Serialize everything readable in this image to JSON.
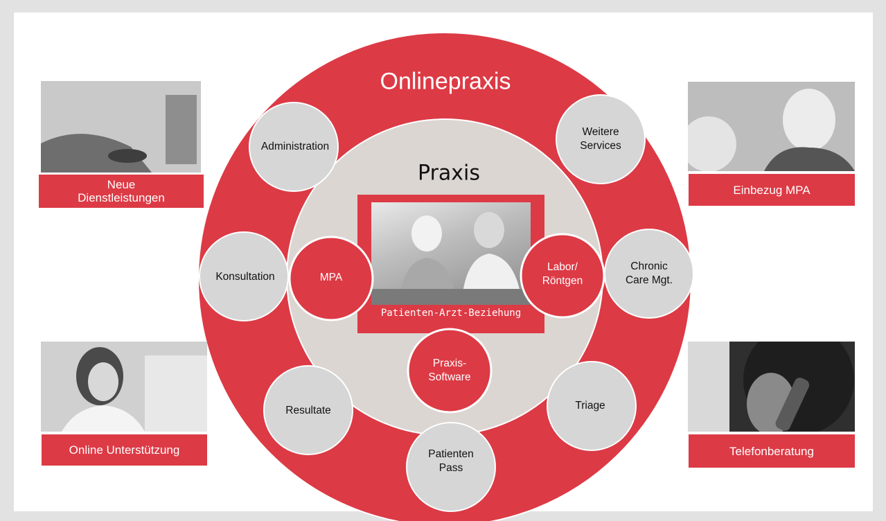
{
  "outer_title": "Onlinepraxis",
  "inner_title": "Praxis",
  "center_caption": "Patienten-Arzt-Beziehung",
  "outer_nodes": {
    "administration": "Administration",
    "weitere_1": "Weitere",
    "weitere_2": "Services",
    "konsultation": "Konsultation",
    "chronic_1": "Chronic",
    "chronic_2": "Care Mgt.",
    "resultate": "Resultate",
    "triage": "Triage",
    "patienten_1": "Patienten",
    "patienten_2": "Pass"
  },
  "inner_nodes": {
    "mpa": "MPA",
    "labor_1": "Labor/",
    "labor_2": "Röntgen",
    "software_1": "Praxis-",
    "software_2": "Software"
  },
  "side_labels": {
    "top_left_1": "Neue",
    "top_left_2": "Dienstleistungen",
    "top_right": "Einbezug MPA",
    "bottom_left": "Online Unterstützung",
    "bottom_right": "Telefonberatung"
  },
  "colors": {
    "red": "#dc3a45",
    "grey_circle": "#d6d6d6",
    "inner_ring": "#dcd6d2",
    "background": "#e2e2e2"
  }
}
